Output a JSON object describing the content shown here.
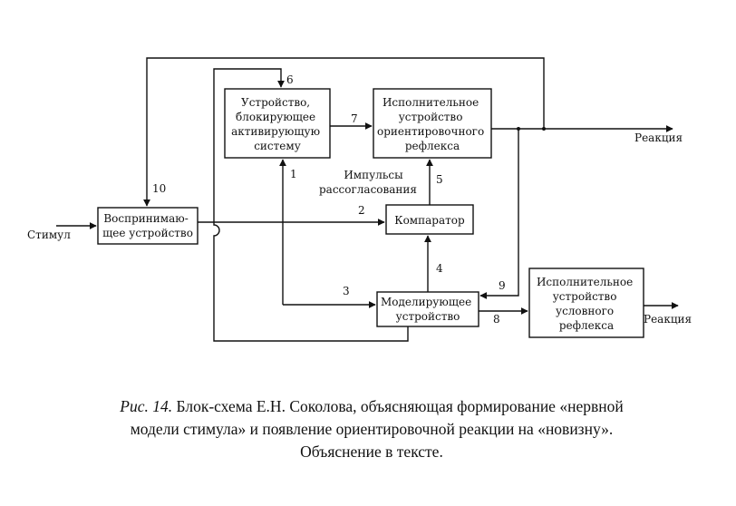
{
  "diagram": {
    "boxes": {
      "block_activation": [
        "Устройство,",
        "блокирующее",
        "активирующую",
        "систему"
      ],
      "orienting_executor": [
        "Исполнительное",
        "устройство",
        "ориентировочного",
        "рефлекса"
      ],
      "perceiving": [
        "Воспринимаю-",
        "щее устройство"
      ],
      "comparator": [
        "Компаратор"
      ],
      "modeling": [
        "Моделирующее",
        "устройство"
      ],
      "conditioned_executor": [
        "Исполнительное",
        "устройство",
        "условного",
        "рефлекса"
      ]
    },
    "labels": {
      "stimulus": "Стимул",
      "reaction_1": "Реакция",
      "reaction_2": "Реакция",
      "mismatch_1": "Импульсы",
      "mismatch_2": "рассогласования"
    },
    "numbers": {
      "n1": "1",
      "n2": "2",
      "n3": "3",
      "n4": "4",
      "n5": "5",
      "n6": "6",
      "n7": "7",
      "n8": "8",
      "n9": "9",
      "n10": "10"
    }
  },
  "caption": {
    "fig_ref": "Рис. 14.",
    "line1_rest": " Блок-схема Е.Н.  Соколова, объясняющая формирование «нервной",
    "line2": "модели стимула» и появление ориентировочной реакции на «новизну».",
    "line3": "Объяснение в тексте."
  }
}
